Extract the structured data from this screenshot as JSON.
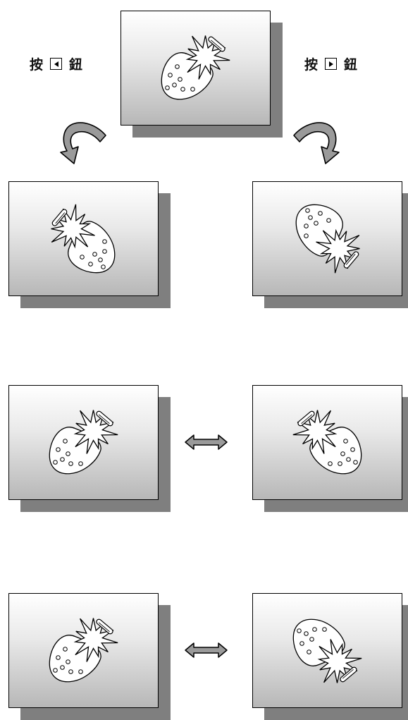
{
  "labels": {
    "left": {
      "before": "按",
      "key_icon": "left-triangle-icon",
      "after": "鈕"
    },
    "right": {
      "before": "按",
      "key_icon": "right-triangle-icon",
      "after": "鈕"
    }
  },
  "panels": [
    {
      "name": "original",
      "rotation": 0,
      "mirror": false
    },
    {
      "name": "rotated-left",
      "rotation": -90,
      "mirror": false
    },
    {
      "name": "rotated-right",
      "rotation": 90,
      "mirror": false
    },
    {
      "name": "row2-original",
      "rotation": 0,
      "mirror": false
    },
    {
      "name": "row2-mirrored",
      "rotation": 0,
      "mirror": true
    },
    {
      "name": "row3-original",
      "rotation": 0,
      "mirror": false
    },
    {
      "name": "row3-flipped",
      "rotation": 180,
      "mirror": true
    }
  ],
  "arrows": {
    "curved": [
      "curved-arrow-left-icon",
      "curved-arrow-right-icon"
    ],
    "double": [
      "double-arrow-icon",
      "double-arrow-icon"
    ]
  },
  "colors": {
    "shadow": "#7f7f7f",
    "arrow_fill": "#9a9a9a",
    "frame": "#000000"
  }
}
